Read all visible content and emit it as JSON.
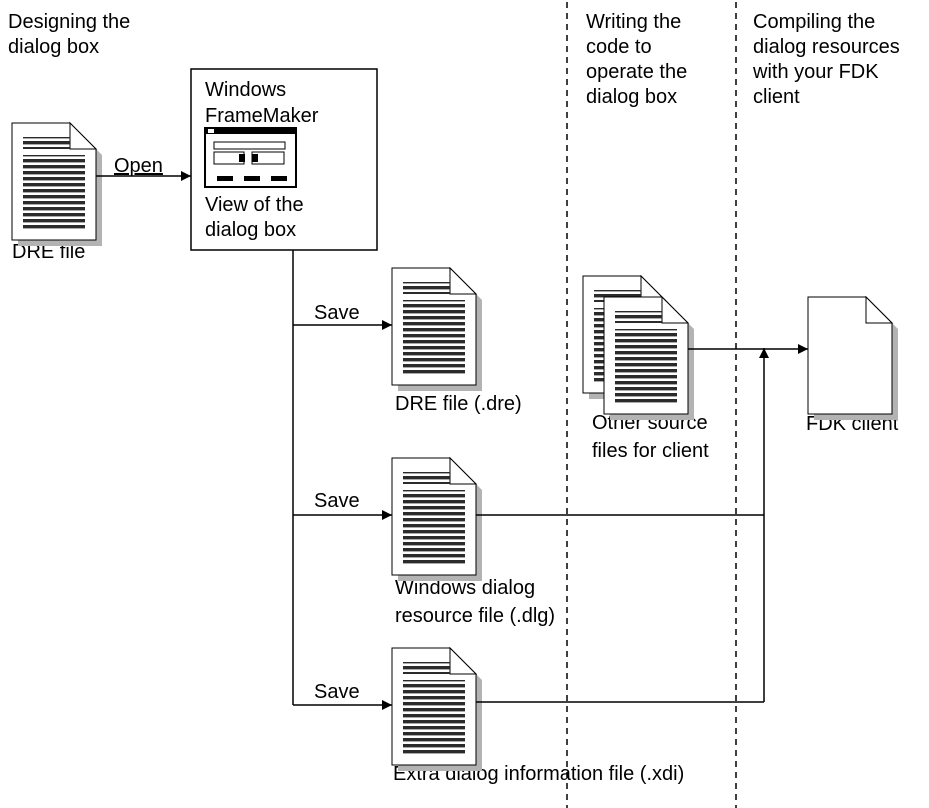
{
  "headings": {
    "design": [
      "Designing the",
      "dialog box"
    ],
    "code": [
      "Writing the",
      "code to",
      "operate the",
      "dialog box"
    ],
    "compile": [
      "Compiling the",
      "dialog resources",
      "with your FDK",
      "client"
    ]
  },
  "app_box": {
    "title": [
      "Windows",
      "FrameMaker"
    ],
    "caption": [
      "View of the",
      "dialog box"
    ]
  },
  "nodes": {
    "dre_input": "DRE file",
    "dre_output": "DRE file (.dre)",
    "source_files": [
      "Other source",
      "files for client"
    ],
    "dialog_resource": [
      "Windows dialog",
      "resource file (.dlg)"
    ],
    "xdi": "Extra dialog information file (.xdi)",
    "fdk_client": "FDK client"
  },
  "edges": {
    "open": "Open",
    "save_1": "Save",
    "save_2": "Save",
    "save_3": "Save"
  }
}
